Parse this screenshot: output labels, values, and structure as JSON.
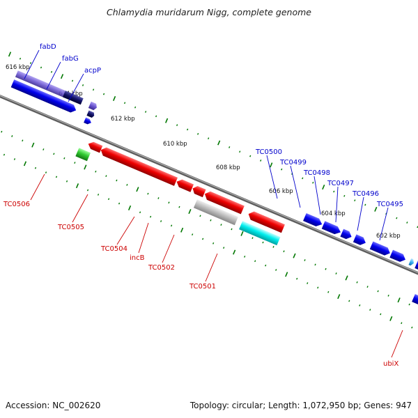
{
  "title": "Chlamydia muridarum Nigg, complete genome",
  "accession": "Accession: NC_002620",
  "summary": "Topology: circular; Length: 1,072,950 bp; Genes: 947",
  "colors": {
    "label_forward": "#0000cc",
    "label_reverse": "#cc0000",
    "tick": "#007700",
    "backbone": "#777777"
  },
  "ticks": [
    "616 kbp",
    "614 kbp",
    "612 kbp",
    "610 kbp",
    "608 kbp",
    "606 kbp",
    "604 kbp",
    "602 kbp"
  ],
  "forward_labels": [
    "fabD",
    "fabG",
    "acpP",
    "TC0500",
    "TC0499",
    "TC0498",
    "TC0497",
    "TC0496",
    "TC0495"
  ],
  "reverse_labels": [
    "TC0506",
    "TC0505",
    "TC0504",
    "incB",
    "TC0502",
    "TC0501",
    "ubiX"
  ]
}
